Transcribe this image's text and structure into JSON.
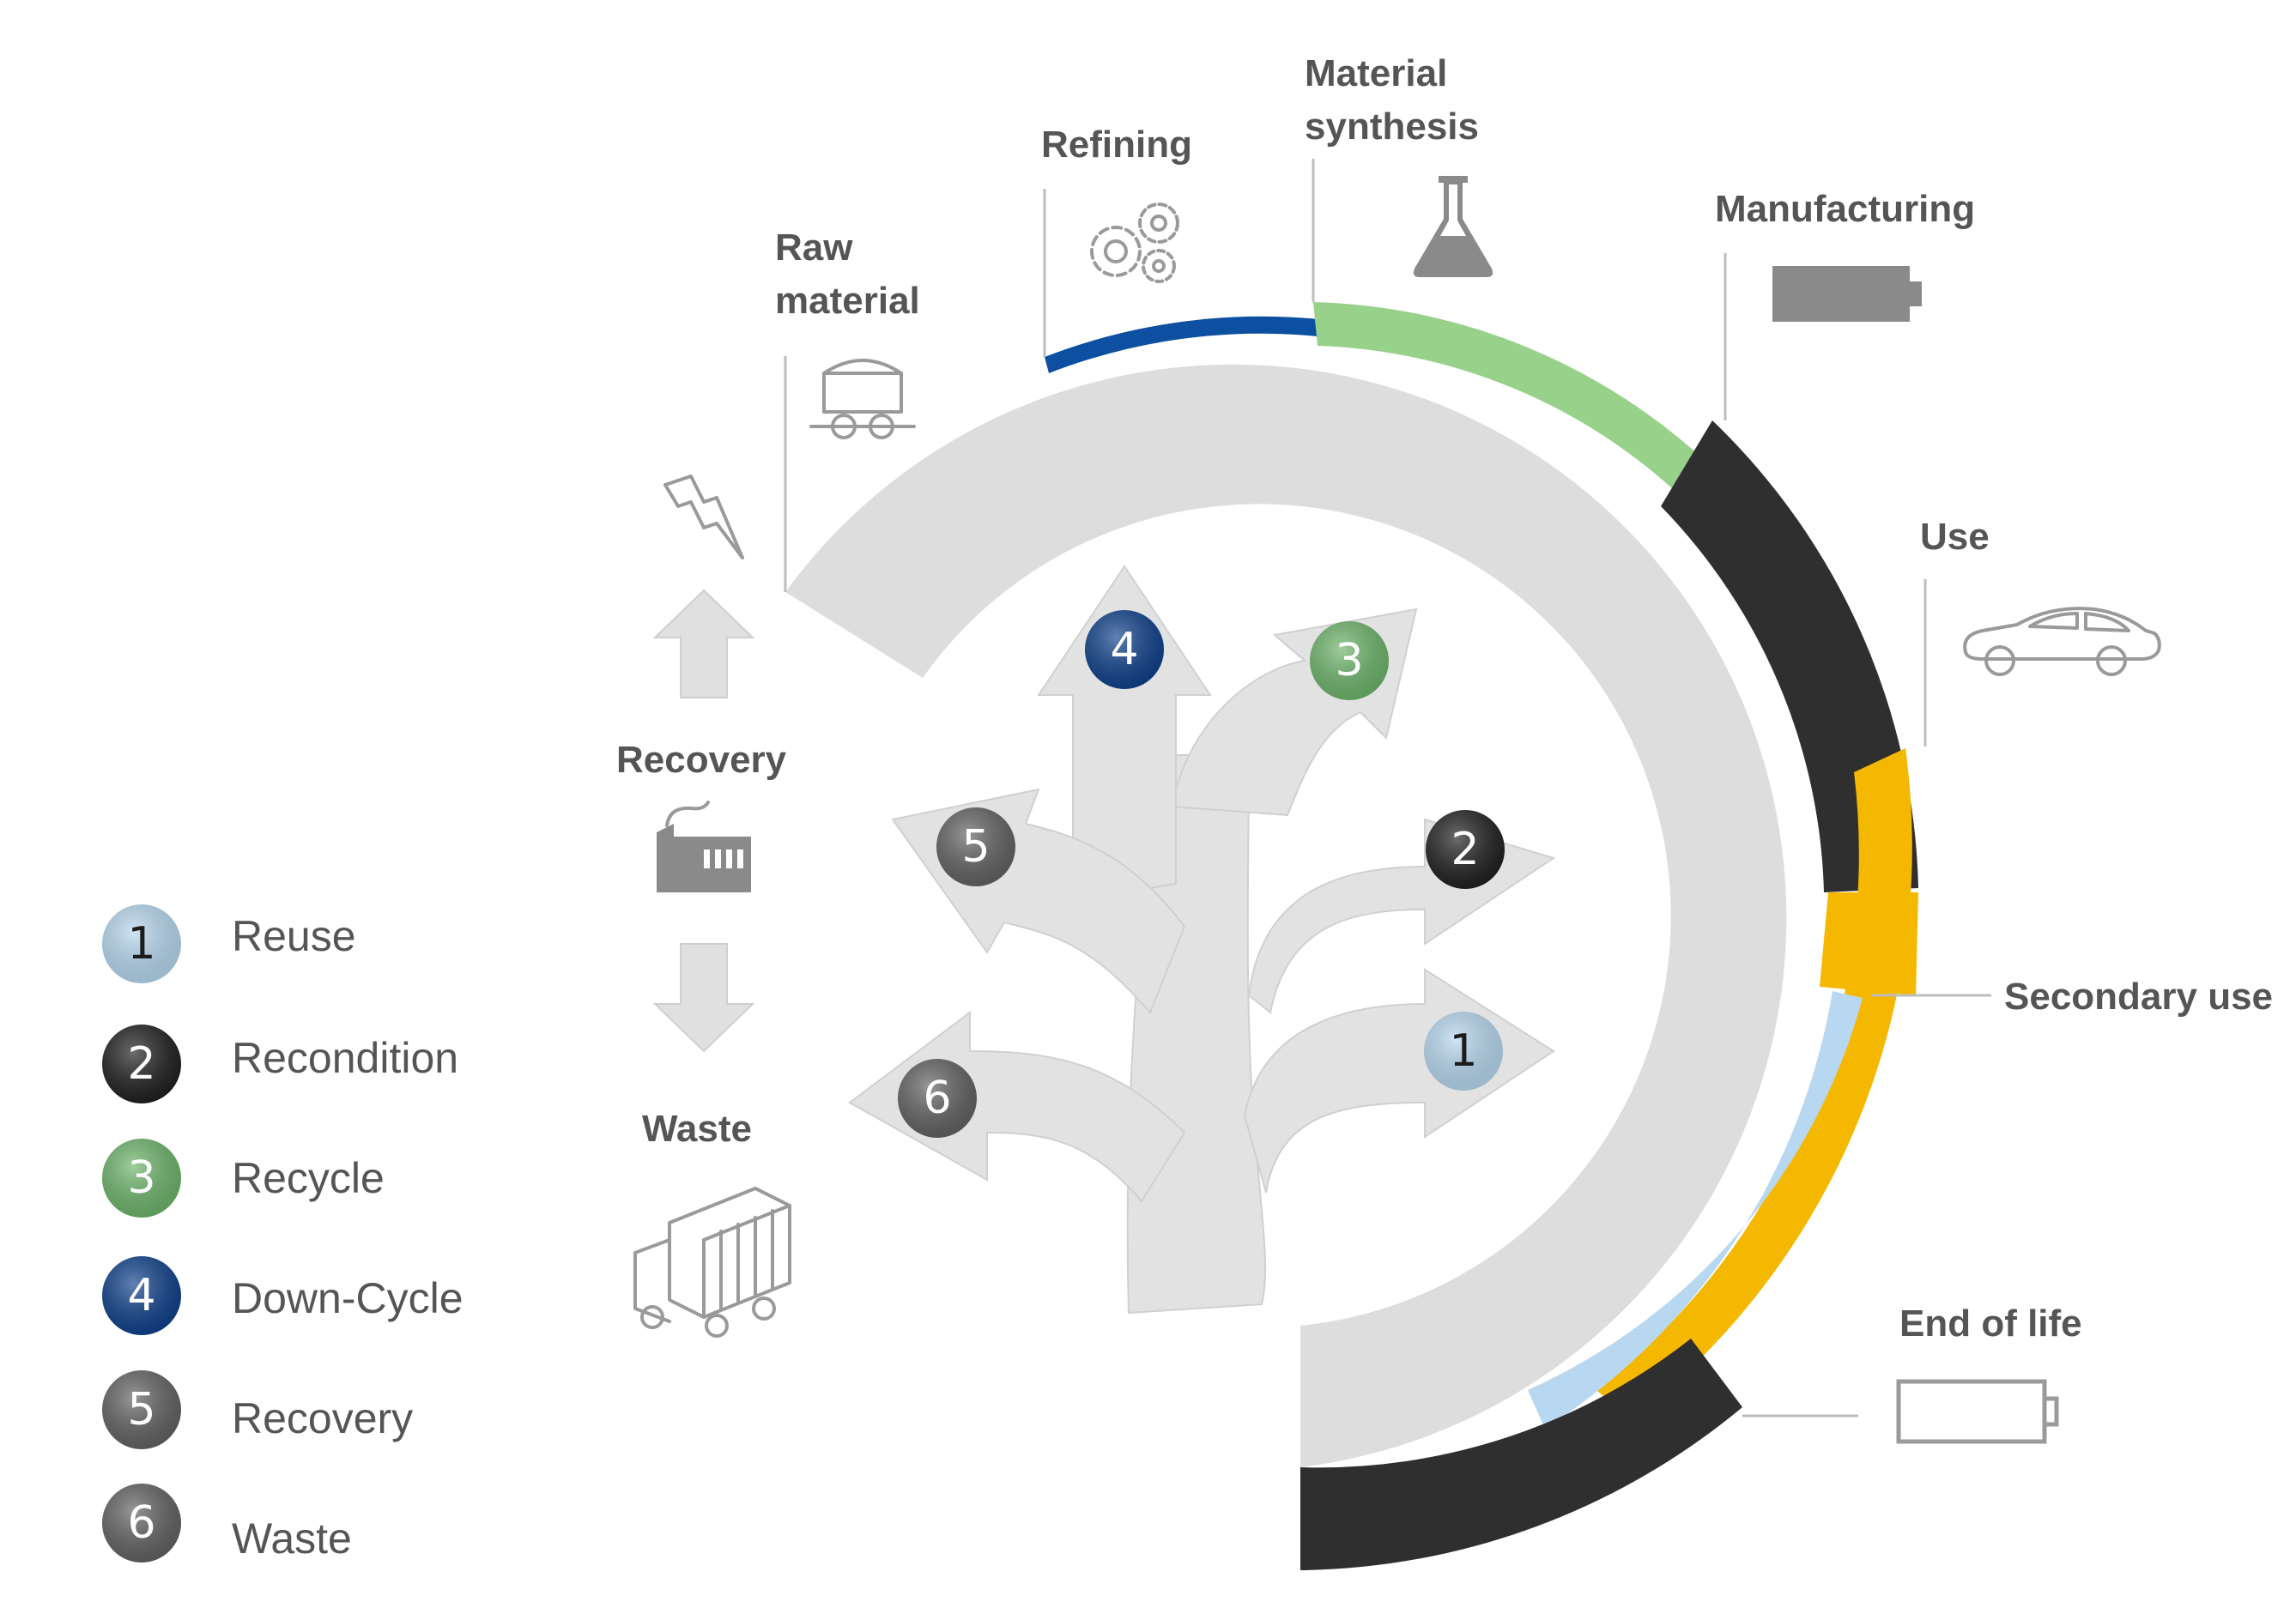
{
  "colors": {
    "ring": "#dddddd",
    "arrow": "#e2e2e2",
    "refining_band": "#0d4fa0",
    "synthesis_band": "#98d18a",
    "manufacturing_band": "#2f2f2f",
    "use_band": "#f5b800",
    "reuse_band": "#b7d8f0",
    "end_band": "#2f2f2f",
    "badge_1": "#b7d8f0",
    "badge_2": "#1e1e1e",
    "badge_3": "#6db46a",
    "badge_4": "#0d3f8a",
    "badge_5": "#616161",
    "badge_6": "#616161"
  },
  "stages": {
    "raw_material": [
      "Raw",
      "material"
    ],
    "refining": "Refining",
    "material_synthesis": [
      "Material",
      "synthesis"
    ],
    "manufacturing": "Manufacturing",
    "use": "Use",
    "secondary_use": "Secondary use",
    "end_of_life": "End of life",
    "recovery": "Recovery",
    "waste": "Waste"
  },
  "stage_icons": {
    "raw_material": "mine-cart-icon",
    "refining": "gears-icon",
    "material_synthesis": "flask-icon",
    "manufacturing": "battery-full-icon",
    "use": "car-icon",
    "end_of_life": "battery-empty-icon",
    "recovery_energy": "lightning-icon",
    "recovery": "factory-icon",
    "waste": "truck-icon"
  },
  "arrows": [
    {
      "number": "1",
      "label": "Reuse"
    },
    {
      "number": "2",
      "label": "Recondition"
    },
    {
      "number": "3",
      "label": "Recycle"
    },
    {
      "number": "4",
      "label": "Down-Cycle"
    },
    {
      "number": "5",
      "label": "Recovery"
    },
    {
      "number": "6",
      "label": "Waste"
    }
  ],
  "legend": [
    {
      "number": "1",
      "label": "Reuse"
    },
    {
      "number": "2",
      "label": "Recondition"
    },
    {
      "number": "3",
      "label": "Recycle"
    },
    {
      "number": "4",
      "label": "Down-Cycle"
    },
    {
      "number": "5",
      "label": "Recovery"
    },
    {
      "number": "6",
      "label": "Waste"
    }
  ]
}
